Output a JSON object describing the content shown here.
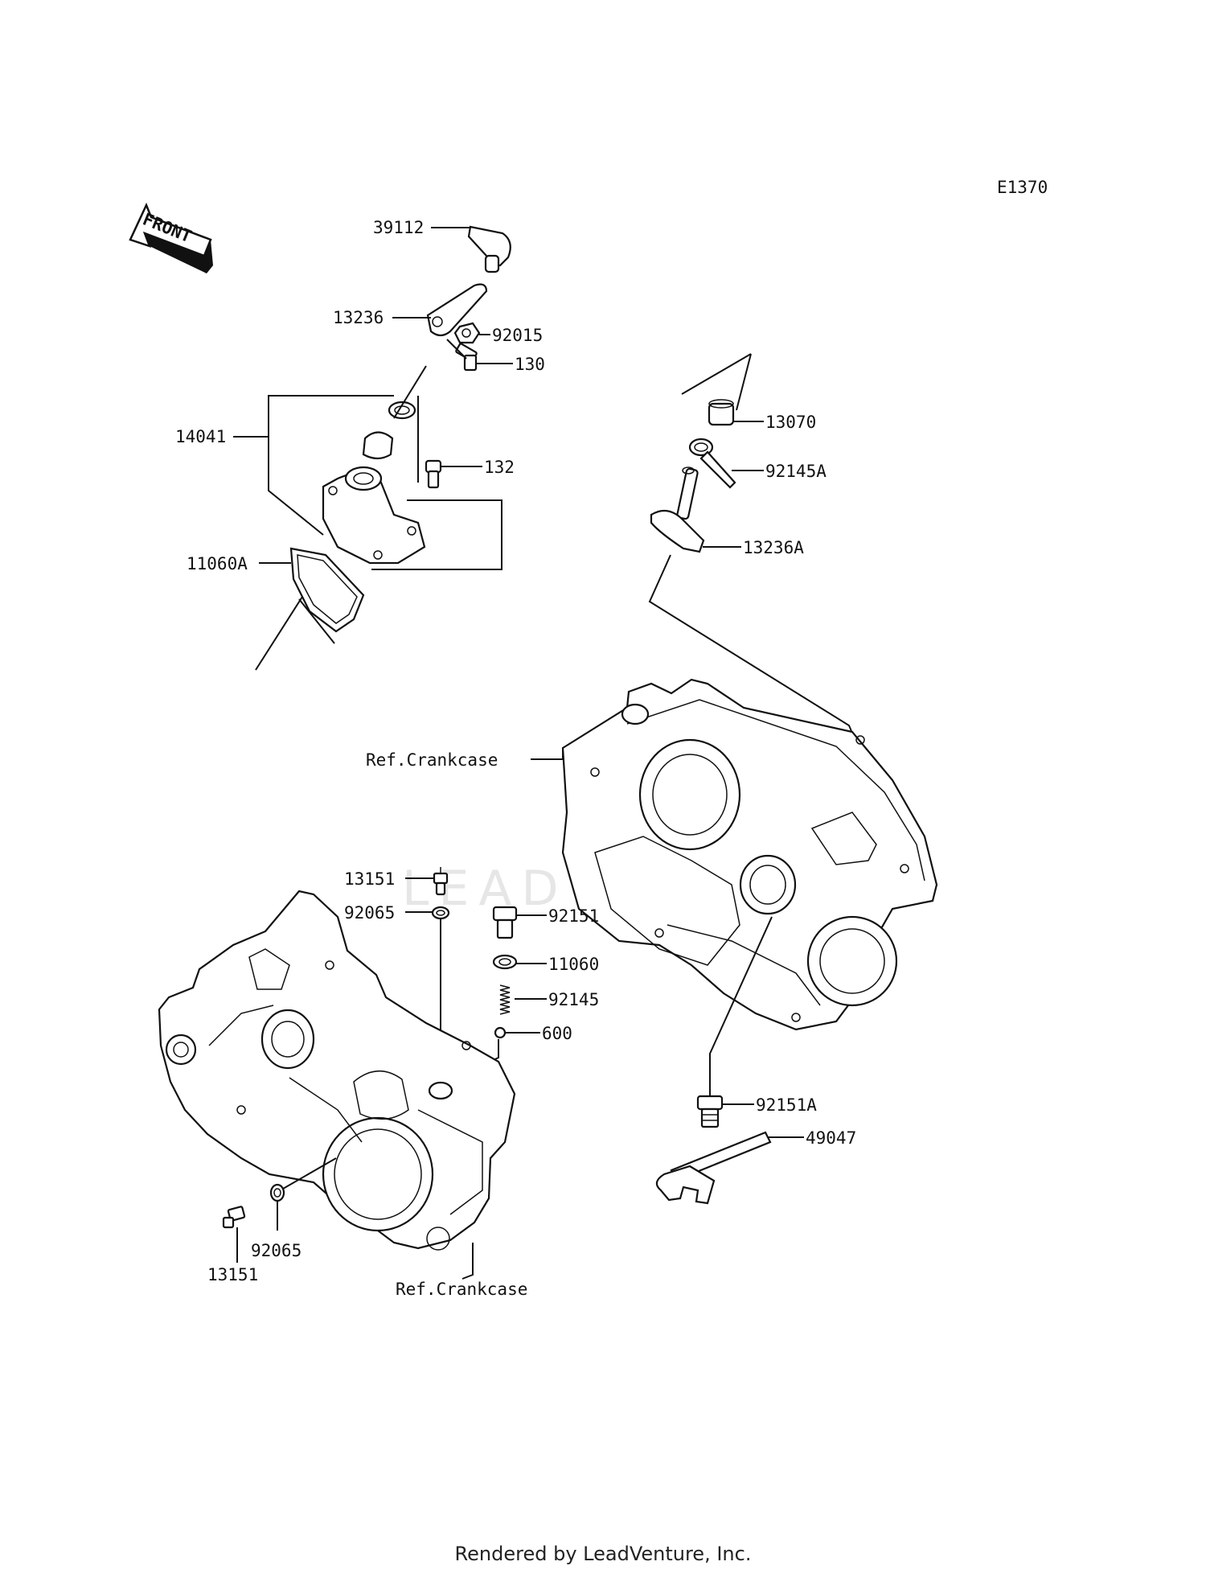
{
  "diagram_code": "E1370",
  "front_label": "FRONT",
  "watermark": "LEADVENTURE",
  "footer": "Rendered by LeadVenture, Inc.",
  "callouts": {
    "c39112": "39112",
    "c13236": "13236",
    "c92015": "92015",
    "c130": "130",
    "c14041": "14041",
    "c132": "132",
    "c11060A": "11060A",
    "c13070": "13070",
    "c92145A": "92145A",
    "c13236A": "13236A",
    "refCrankcaseTop": "Ref.Crankcase",
    "c13151a": "13151",
    "c92065a": "92065",
    "c92151": "92151",
    "c11060": "11060",
    "c92145": "92145",
    "c600": "600",
    "c92151A": "92151A",
    "c49047": "49047",
    "c92065b": "92065",
    "c13151b": "13151",
    "refCrankcaseBottom": "Ref.Crankcase"
  }
}
